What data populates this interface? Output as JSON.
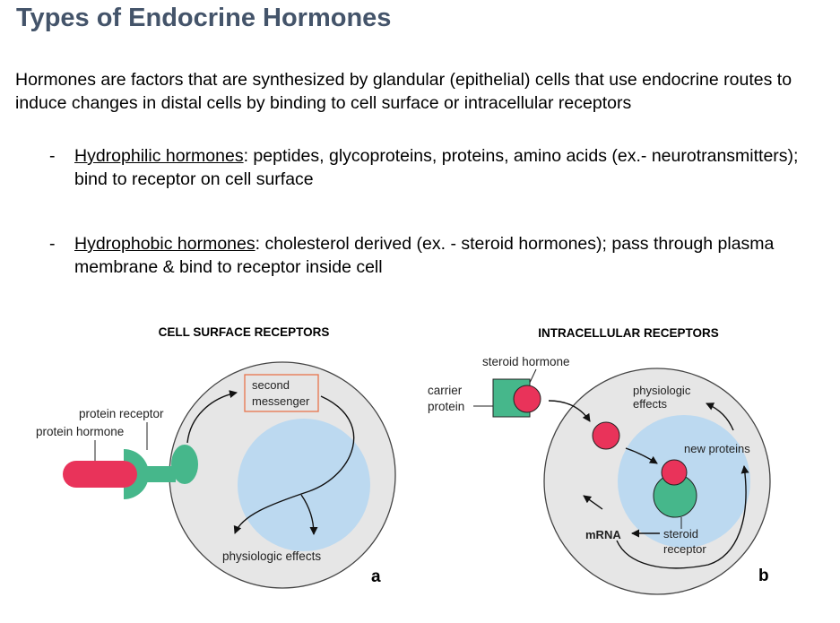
{
  "title": "Types of Endocrine Hormones",
  "intro": "Hormones are factors that are synthesized by glandular (epithelial) cells that use endocrine routes to induce changes in distal cells by binding to cell surface or intracellular receptors",
  "bullets": [
    {
      "dash": "-",
      "term": "Hydrophilic hormones",
      "rest": ": peptides, glycoproteins, proteins, amino acids (ex.- neurotransmitters); bind to receptor on cell surface"
    },
    {
      "dash": "-",
      "term": "Hydrophobic hormones",
      "rest": ": cholesterol derived (ex. - steroid hormones); pass through plasma membrane & bind to receptor inside cell"
    }
  ],
  "figure_a": {
    "heading": "CELL SURFACE RECEPTORS",
    "protein_receptor": "protein receptor",
    "protein_hormone": "protein hormone",
    "second_messenger_1": "second",
    "second_messenger_2": "messenger",
    "physiologic_effects": "physiologic effects",
    "panel_letter": "a"
  },
  "figure_b": {
    "heading": "INTRACELLULAR RECEPTORS",
    "steroid_hormone": "steroid hormone",
    "carrier_1": "carrier",
    "carrier_2": "protein",
    "physiologic_1": "physiologic",
    "physiologic_2": "effects",
    "new_proteins": "new proteins",
    "mrna": "mRNA",
    "steroid_receptor_1": "steroid",
    "steroid_receptor_2": "receptor",
    "panel_letter": "b"
  },
  "colors": {
    "title": "#44546a",
    "cell": "#e6e6e6",
    "nucleus": "#bcd9f0",
    "hormone": "#e9335a",
    "receptor": "#46b78b",
    "messenger_box": "#e8754d"
  }
}
